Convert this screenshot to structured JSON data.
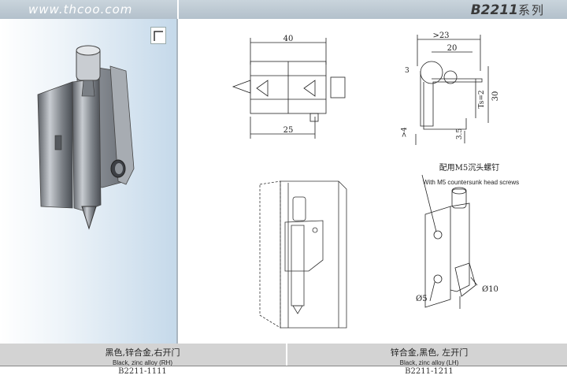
{
  "header": {
    "site": "www.thcoo.com",
    "series_code": "B2211",
    "series_suffix": "系列"
  },
  "drawings": {
    "front_dims": {
      "width": "40",
      "lower": "25"
    },
    "side_dims": {
      "top": ">23",
      "inner": "20",
      "left": "3",
      "height": "30",
      "ts": "Ts=2",
      "bottom_a": ">4",
      "bottom_b": "3.5"
    },
    "screw_note_cn": "配用M5沉头螺钉",
    "screw_note_en": "With M5 countersunk head screws",
    "dia_small": "Ø5",
    "dia_large": "Ø10"
  },
  "captions": [
    {
      "cn": "黑色,锌合金,右开门",
      "en": "Black, zinc alloy (RH)",
      "code": "B2211-1111"
    },
    {
      "cn": "锌合金,黑色, 左开门",
      "en": "Black, zinc alloy (LH)",
      "code": "B2211-1211"
    }
  ],
  "colors": {
    "header_bg": "#b9c5cf",
    "panel_gradient_end": "#c5d9ea",
    "footer_bg": "#d3d3d3"
  }
}
